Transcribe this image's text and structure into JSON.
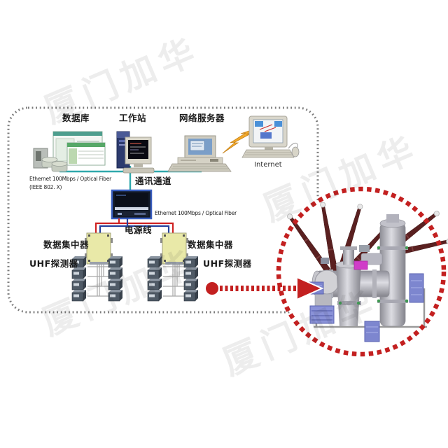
{
  "watermark": {
    "text": "厦门加华"
  },
  "colors": {
    "accent_red": "#c32020",
    "teal_line": "#2fa8ac",
    "power_red": "#cf2222",
    "power_blue": "#24409c",
    "concentrator_fill": "#e9e9a8",
    "box_border": "#7a7a7a"
  },
  "nodes": {
    "database": {
      "label": "数据库"
    },
    "workstation": {
      "label": "工作站"
    },
    "network_server": {
      "label": "网络服务器"
    },
    "internet": {
      "label": "Internet"
    }
  },
  "links": {
    "ethernet_top": {
      "line1": "Ethernet 100Mbps / Optical Fiber",
      "line2": "(IEEE 802. X)"
    },
    "comm_channel": {
      "label": "通讯通道"
    },
    "ethernet_mid": {
      "label": "Ethernet 100Mbps / Optical Fiber"
    },
    "power_line": {
      "label": "电源线"
    }
  },
  "field_devices": {
    "concentrator_left": {
      "label": "数据集中器"
    },
    "concentrator_right": {
      "label": "数据集中器"
    },
    "uhf_left": {
      "label": "UHF探测器"
    },
    "uhf_right": {
      "label": "UHF探测器"
    }
  }
}
